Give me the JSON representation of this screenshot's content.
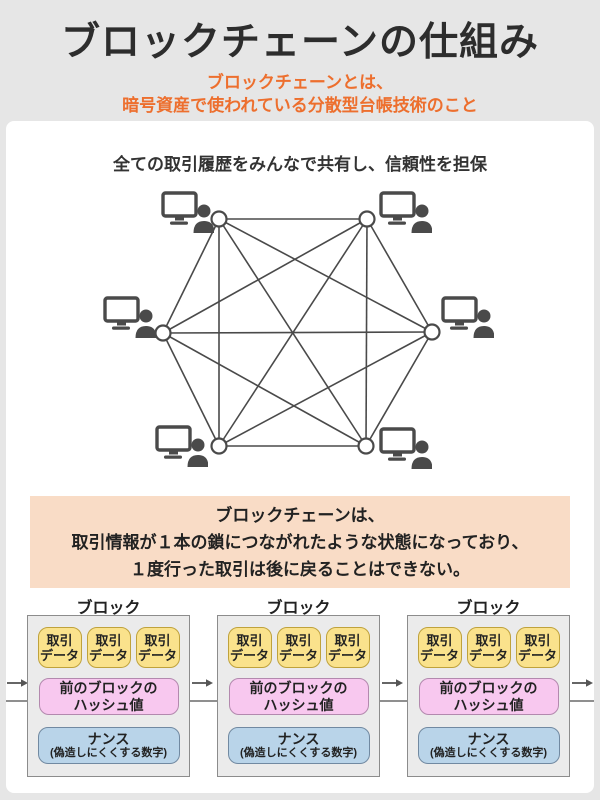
{
  "header": {
    "title": "ブロックチェーンの仕組み",
    "subtitle_line1": "ブロックチェーンとは、",
    "subtitle_line2": "暗号資産で使われている分散型台帳技術のこと"
  },
  "network_section": {
    "heading": "全ての取引履歴をみんなで共有し、信頼性を担保",
    "node_count": 6,
    "topology": "complete-graph",
    "node_icon": "computer-user-icon"
  },
  "callout": {
    "line1": "ブロックチェーンは、",
    "line2": "取引情報が１本の鎖につながれたような状態になっており、",
    "line3": "１度行った取引は後に戻ることはできない。"
  },
  "chain": {
    "arrow_icon": "right-arrow-icon",
    "blocks": [
      {
        "title": "ブロック",
        "tx_line1": "取引",
        "tx_line2": "データ",
        "tx_count": 3,
        "hash_line1": "前のブロックの",
        "hash_line2": "ハッシュ値",
        "nonce_line1": "ナンス",
        "nonce_line2": "(偽造しにくくする数字)"
      },
      {
        "title": "ブロック",
        "tx_line1": "取引",
        "tx_line2": "データ",
        "tx_count": 3,
        "hash_line1": "前のブロックの",
        "hash_line2": "ハッシュ値",
        "nonce_line1": "ナンス",
        "nonce_line2": "(偽造しにくくする数字)"
      },
      {
        "title": "ブロック",
        "tx_line1": "取引",
        "tx_line2": "データ",
        "tx_count": 3,
        "hash_line1": "前のブロックの",
        "hash_line2": "ハッシュ値",
        "nonce_line1": "ナンス",
        "nonce_line2": "(偽造しにくくする数字)"
      }
    ]
  },
  "colors": {
    "page_bg": "#e6e6e6",
    "card_bg": "#ffffff",
    "accent_orange": "#ed6f2e",
    "callout_bg": "#f9dcc6",
    "block_bg": "#ebebeb",
    "tx_fill": "#fae28c",
    "tx_border": "#bfa23c",
    "hash_fill": "#f8c8ef",
    "hash_border": "#b389ae",
    "nonce_fill": "#b9d4e9",
    "nonce_border": "#7189a1",
    "network_ink": "#4a4a4a"
  }
}
